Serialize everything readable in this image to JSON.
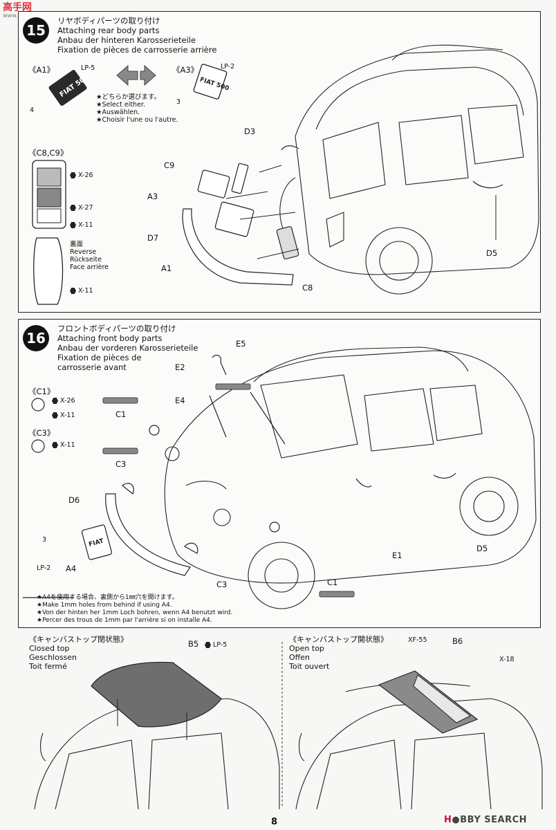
{
  "watermark": {
    "site": "高手网",
    "url": "www.gao-shou.com"
  },
  "step15": {
    "number": "15",
    "title_lines": [
      "リヤボディパーツの取り付け",
      "Attaching rear body parts",
      "Anbau der hinteren Karosserieteile",
      "Fixation de pièces de carrosserie arrière"
    ],
    "option_a1": "《A1》",
    "option_a3": "《A3》",
    "lp5": "LP-5",
    "lp2": "LP-2",
    "num4": "4",
    "num3": "3",
    "select_lines": [
      "★どちらか選びます。",
      "★Select either.",
      "★Auswählen.",
      "★Choisir l'une ou l'autre."
    ],
    "c8c9": "《C8,C9》",
    "paints_c": [
      "X-26",
      "X-27",
      "X-11"
    ],
    "reverse_lines": [
      "裏面",
      "Reverse",
      "Rückseite",
      "Face arrière"
    ],
    "reverse_paint": "X-11",
    "labels": {
      "d3": "D3",
      "c9": "C9",
      "a3": "A3",
      "d7": "D7",
      "a1": "A1",
      "c8": "C8",
      "d5": "D5"
    },
    "plate_text": "FIAT 500"
  },
  "step16": {
    "number": "16",
    "title_lines": [
      "フロントボディパーツの取り付け",
      "Attaching front body parts",
      "Anbau der vorderen Karosserieteile",
      "Fixation de pièces de",
      "carrosserie avant"
    ],
    "c1_option": "《C1》",
    "c1_paints": [
      "X-26",
      "X-11"
    ],
    "c3_option": "《C3》",
    "c3_paint": "X-11",
    "labels": {
      "e2": "E2",
      "e5": "E5",
      "e4": "E4",
      "c1a": "C1",
      "c3a": "C3",
      "d6": "D6",
      "a4": "A4",
      "lp2": "LP-2",
      "e1": "E1",
      "d5": "D5",
      "c3b": "C3",
      "c1b": "C1",
      "num3": "3"
    },
    "note_lines": [
      "★A4を使用する場合、裏側から1㎜穴を開けます。",
      "★Make 1mm holes from behind if using A4.",
      "★Von der hinten her 1mm Loch bohren, wenn A4 benutzt wird.",
      "★Percer des trous de 1mm par l'arrière si on installe A4."
    ],
    "plate_text": "FIAT"
  },
  "closed_top": {
    "lines": [
      "《キャンバストップ閉状態》",
      "Closed top",
      "Geschlossen",
      "Toit fermé"
    ],
    "part": "B5",
    "paint": "LP-5"
  },
  "open_top": {
    "lines": [
      "《キャンバストップ開状態》",
      "Open top",
      "Offen",
      "Toit ouvert"
    ],
    "part": "B6",
    "paint1": "XF-55",
    "paint2": "X-18"
  },
  "footer": {
    "page": "8",
    "brand_a": "H",
    "brand_b": "BBY SEARCH"
  },
  "colors": {
    "ink": "#222222",
    "paper": "#fbfbf9",
    "brand_red": "#c8102e"
  }
}
